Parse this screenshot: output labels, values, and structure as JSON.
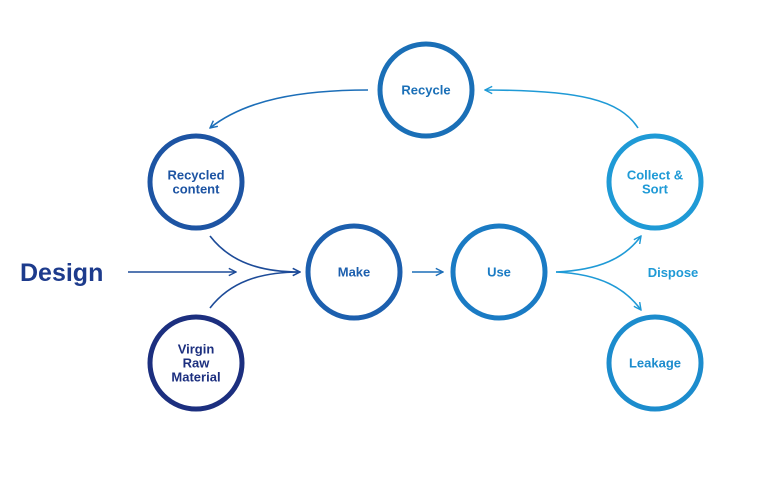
{
  "diagram": {
    "design_label": "Design",
    "dispose_label": "Dispose",
    "nodes": {
      "recycle": {
        "lines": [
          "Recycle"
        ],
        "color": "#1a6fb7"
      },
      "recycled_content": {
        "lines": [
          "Recycled",
          "content"
        ],
        "color": "#1d54a3"
      },
      "collect_sort": {
        "lines": [
          "Collect &",
          "Sort"
        ],
        "color": "#1f9ad6"
      },
      "make": {
        "lines": [
          "Make"
        ],
        "color": "#1c5fae"
      },
      "use": {
        "lines": [
          "Use"
        ],
        "color": "#1a7bc4"
      },
      "virgin_raw_material": {
        "lines": [
          "Virgin",
          "Raw",
          "Material"
        ],
        "color": "#1c2f7f"
      },
      "leakage": {
        "lines": [
          "Leakage"
        ],
        "color": "#1c8ccd"
      }
    },
    "colors": {
      "design": "#1d3b8c",
      "dispose": "#1f9ad6",
      "arrow_dark": "#1d4b98",
      "arrow_mid": "#1c6eb8",
      "arrow_light": "#1f9ad6"
    }
  }
}
